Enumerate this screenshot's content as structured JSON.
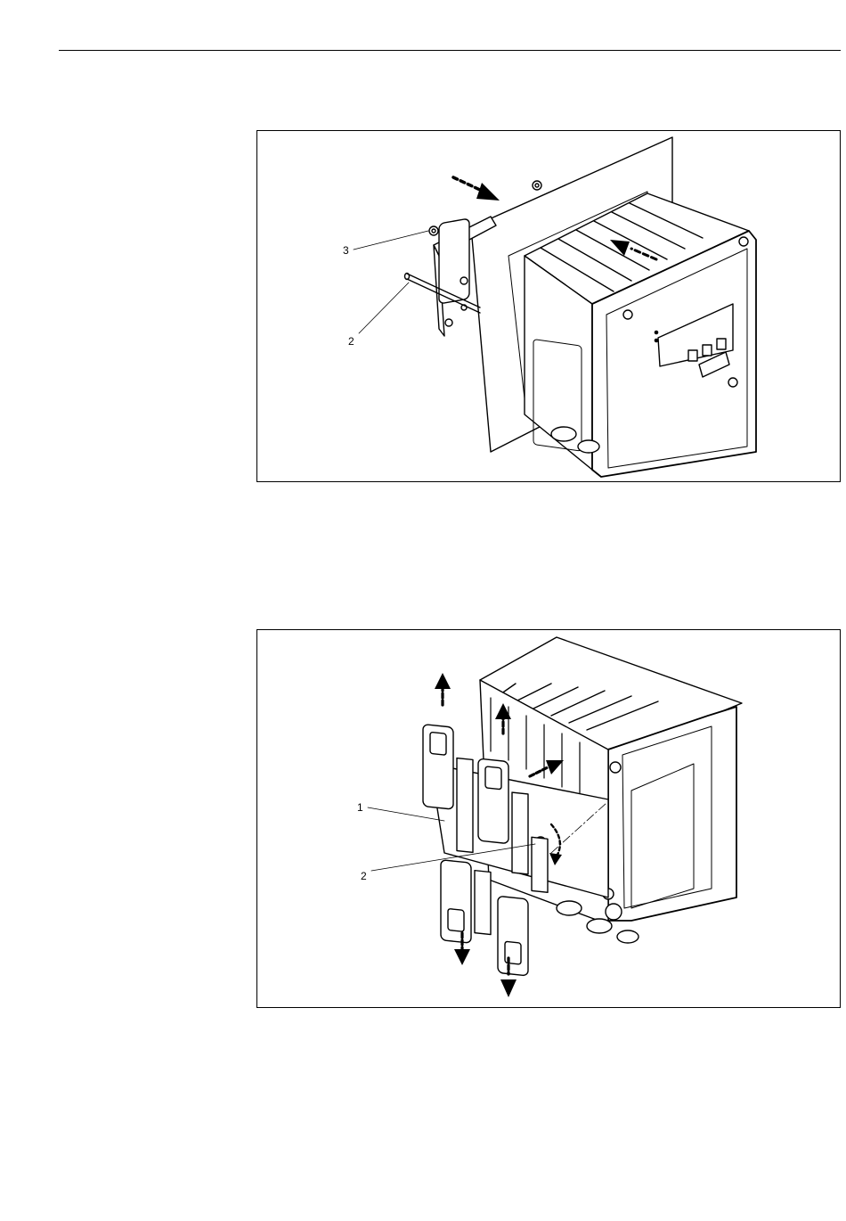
{
  "figure_1": {
    "callouts": {
      "item_3": "3",
      "item_2": "2"
    }
  },
  "figure_2": {
    "callouts": {
      "item_1": "1",
      "item_2": "2"
    }
  },
  "colors": {
    "line": "#000000",
    "background": "#ffffff",
    "rule": "#000000"
  }
}
